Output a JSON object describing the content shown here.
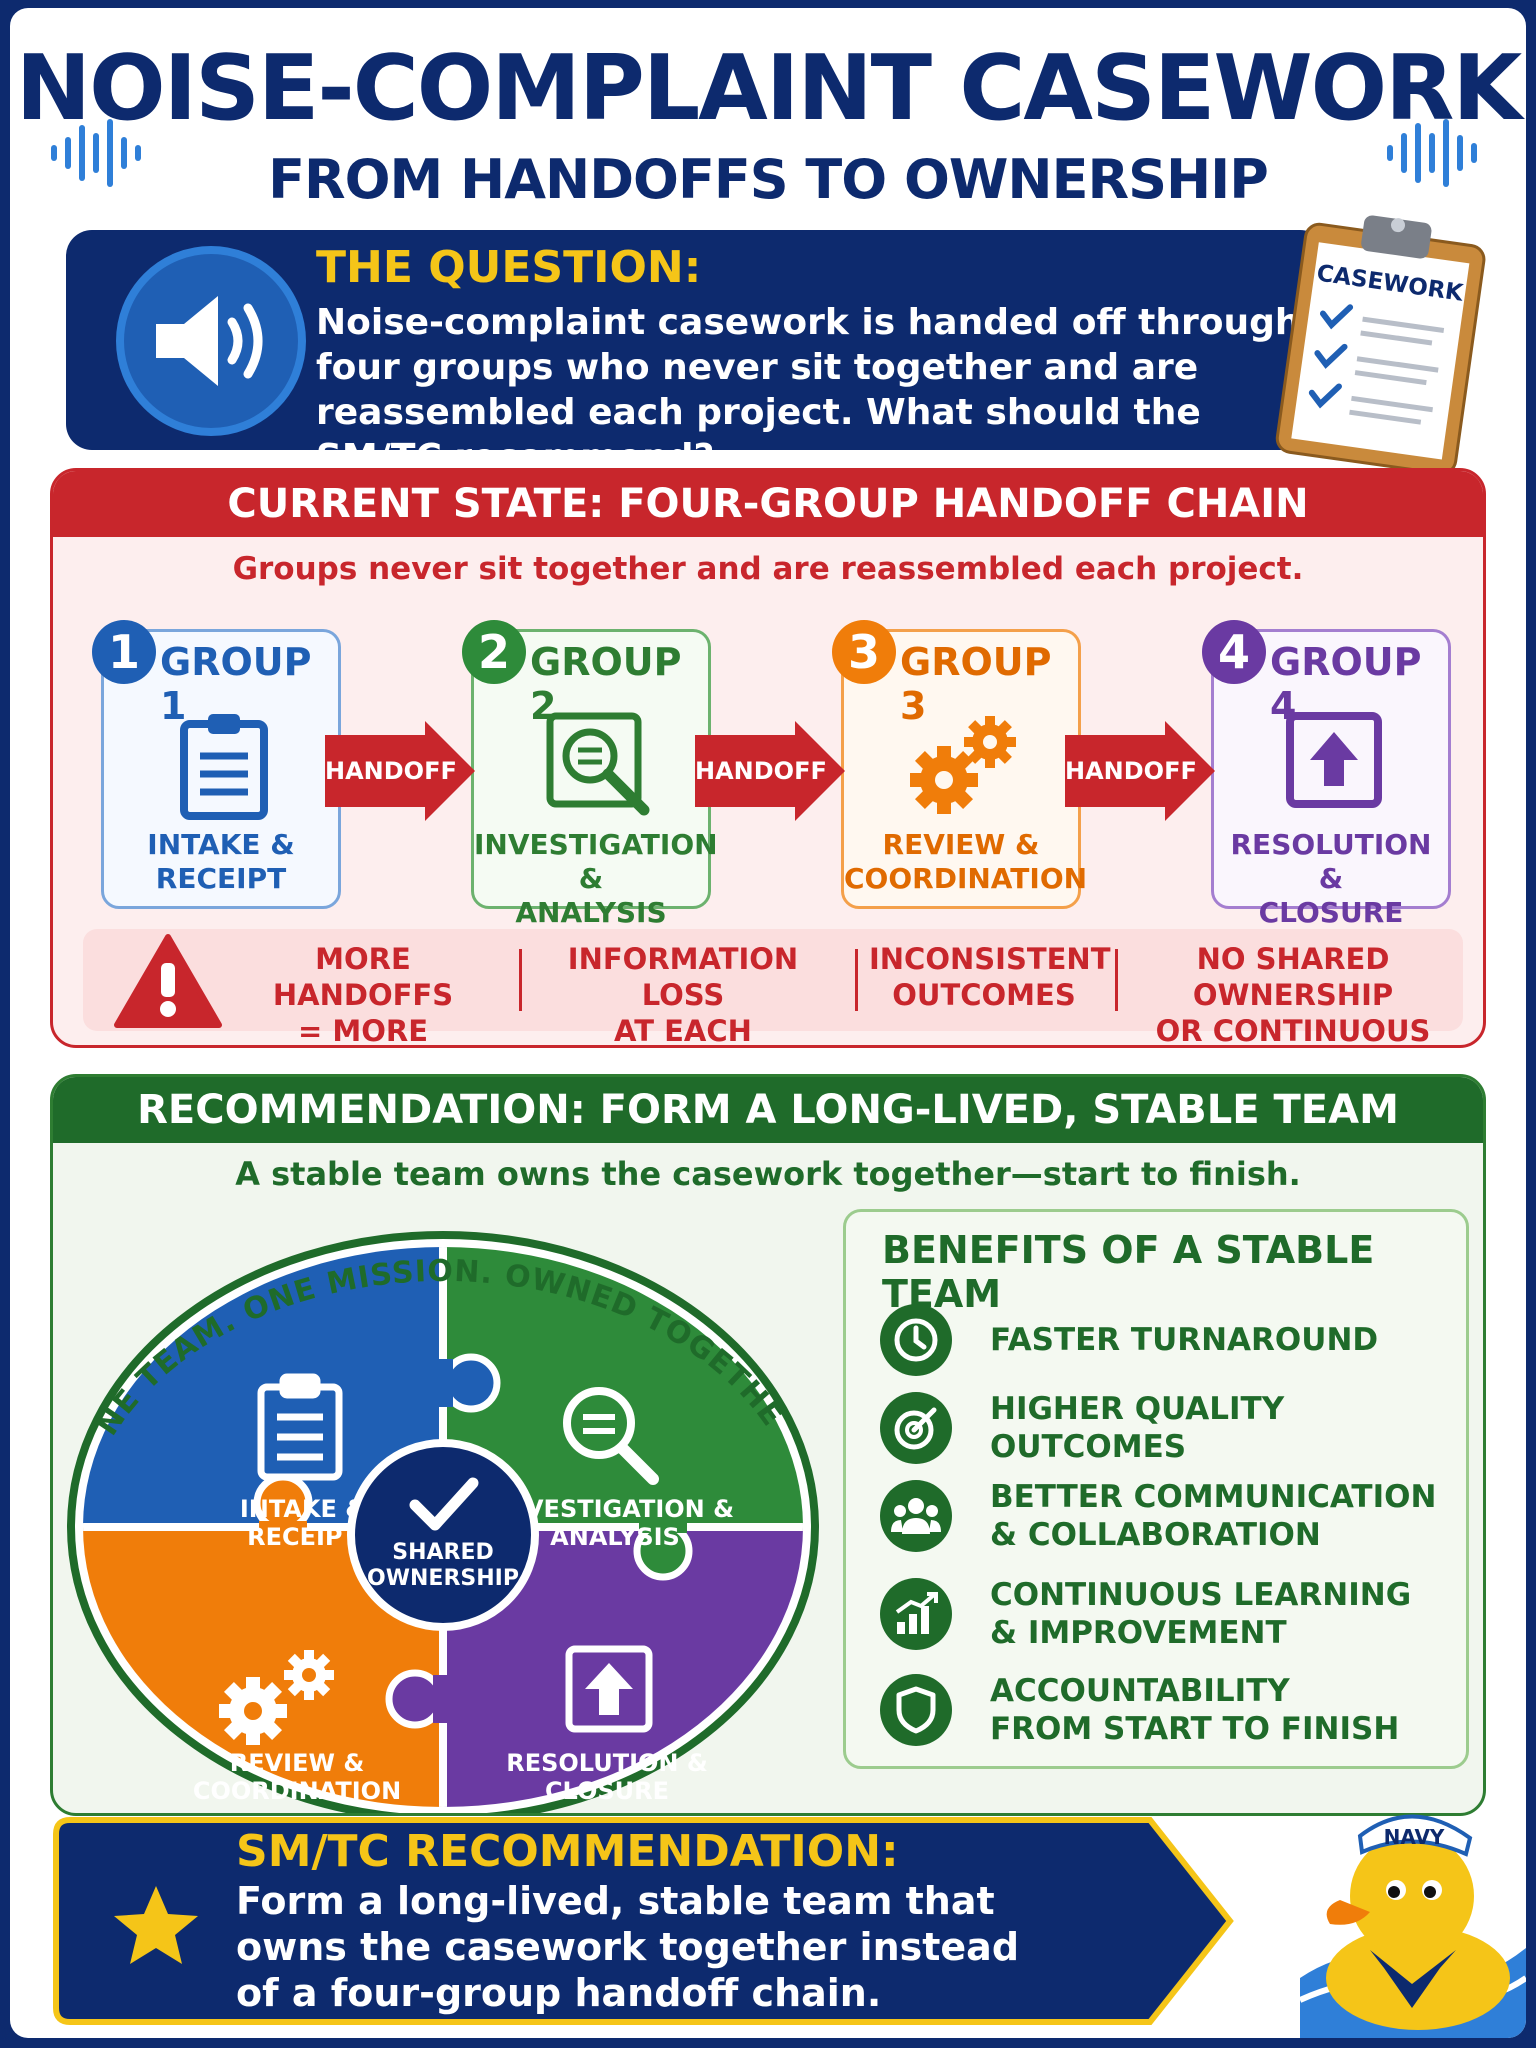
{
  "header": {
    "title": "NOISE-COMPLAINT CASEWORK",
    "subtitle": "FROM HANDOFFS TO OWNERSHIP"
  },
  "question": {
    "label": "THE QUESTION:",
    "text": "Noise-complaint casework is handed off through four groups who never sit together and are reassembled each project. What should the SM/TC recommend?",
    "icon": "speaker-icon",
    "clipboard_label": "CASEWORK"
  },
  "current_state": {
    "title": "CURRENT STATE: FOUR-GROUP HANDOFF CHAIN",
    "subtitle": "Groups never sit together and are reassembled each project.",
    "handoff_label": "HANDOFF",
    "groups": [
      {
        "number": "1",
        "name": "GROUP 1",
        "label_line1": "INTAKE &",
        "label_line2": "RECEIPT",
        "icon": "clipboard-icon",
        "color": "#1f5fb4"
      },
      {
        "number": "2",
        "name": "GROUP 2",
        "label_line1": "INVESTIGATION &",
        "label_line2": "ANALYSIS",
        "icon": "magnifier-icon",
        "color": "#2e7d32"
      },
      {
        "number": "3",
        "name": "GROUP 3",
        "label_line1": "REVIEW &",
        "label_line2": "COORDINATION",
        "icon": "gears-icon",
        "color": "#f07d0a"
      },
      {
        "number": "4",
        "name": "GROUP 4",
        "label_line1": "RESOLUTION &",
        "label_line2": "CLOSURE",
        "icon": "upload-arrow-icon",
        "color": "#6a3aa2"
      }
    ],
    "risks": [
      {
        "line1": "MORE HANDOFFS",
        "line2": "= MORE DELAYS"
      },
      {
        "line1": "INFORMATION LOSS",
        "line2": "AT EACH HANDOFF"
      },
      {
        "line1": "INCONSISTENT",
        "line2": "OUTCOMES"
      },
      {
        "line1": "NO SHARED OWNERSHIP",
        "line2": "OR CONTINUOUS LEARNING"
      }
    ]
  },
  "recommendation": {
    "title": "RECOMMENDATION: FORM A LONG-LIVED, STABLE TEAM",
    "subtitle": "A stable team owns the casework together—start to finish.",
    "arc_text": "ONE TEAM. ONE MISSION. OWNED TOGETHER.",
    "center_line1": "SHARED",
    "center_line2": "OWNERSHIP",
    "pieces": [
      {
        "line1": "INTAKE &",
        "line2": "RECEIPT",
        "color": "#1f5fb4"
      },
      {
        "line1": "INVESTIGATION &",
        "line2": "ANALYSIS",
        "color": "#2e8b3a"
      },
      {
        "line1": "REVIEW &",
        "line2": "COORDINATION",
        "color": "#f07d0a"
      },
      {
        "line1": "RESOLUTION &",
        "line2": "CLOSURE",
        "color": "#6a3aa2"
      }
    ],
    "benefits_title": "BENEFITS OF A STABLE TEAM",
    "benefits": [
      {
        "line1": "FASTER TURNAROUND",
        "line2": "",
        "icon": "clock-icon"
      },
      {
        "line1": "HIGHER QUALITY OUTCOMES",
        "line2": "",
        "icon": "target-icon"
      },
      {
        "line1": "BETTER COMMUNICATION",
        "line2": "& COLLABORATION",
        "icon": "people-icon"
      },
      {
        "line1": "CONTINUOUS LEARNING",
        "line2": "& IMPROVEMENT",
        "icon": "growth-chart-icon"
      },
      {
        "line1": "ACCOUNTABILITY",
        "line2": "FROM START TO FINISH",
        "icon": "shield-icon"
      }
    ]
  },
  "final": {
    "label": "SM/TC RECOMMENDATION:",
    "text": "Form a long-lived, stable team that owns the casework together instead of a four-group handoff chain.",
    "icon": "star-icon",
    "mascot_hat_label": "NAVY"
  },
  "colors": {
    "navy": "#0d2a6e",
    "red": "#c8262c",
    "green": "#1f6b2a",
    "gold": "#f5c518"
  }
}
